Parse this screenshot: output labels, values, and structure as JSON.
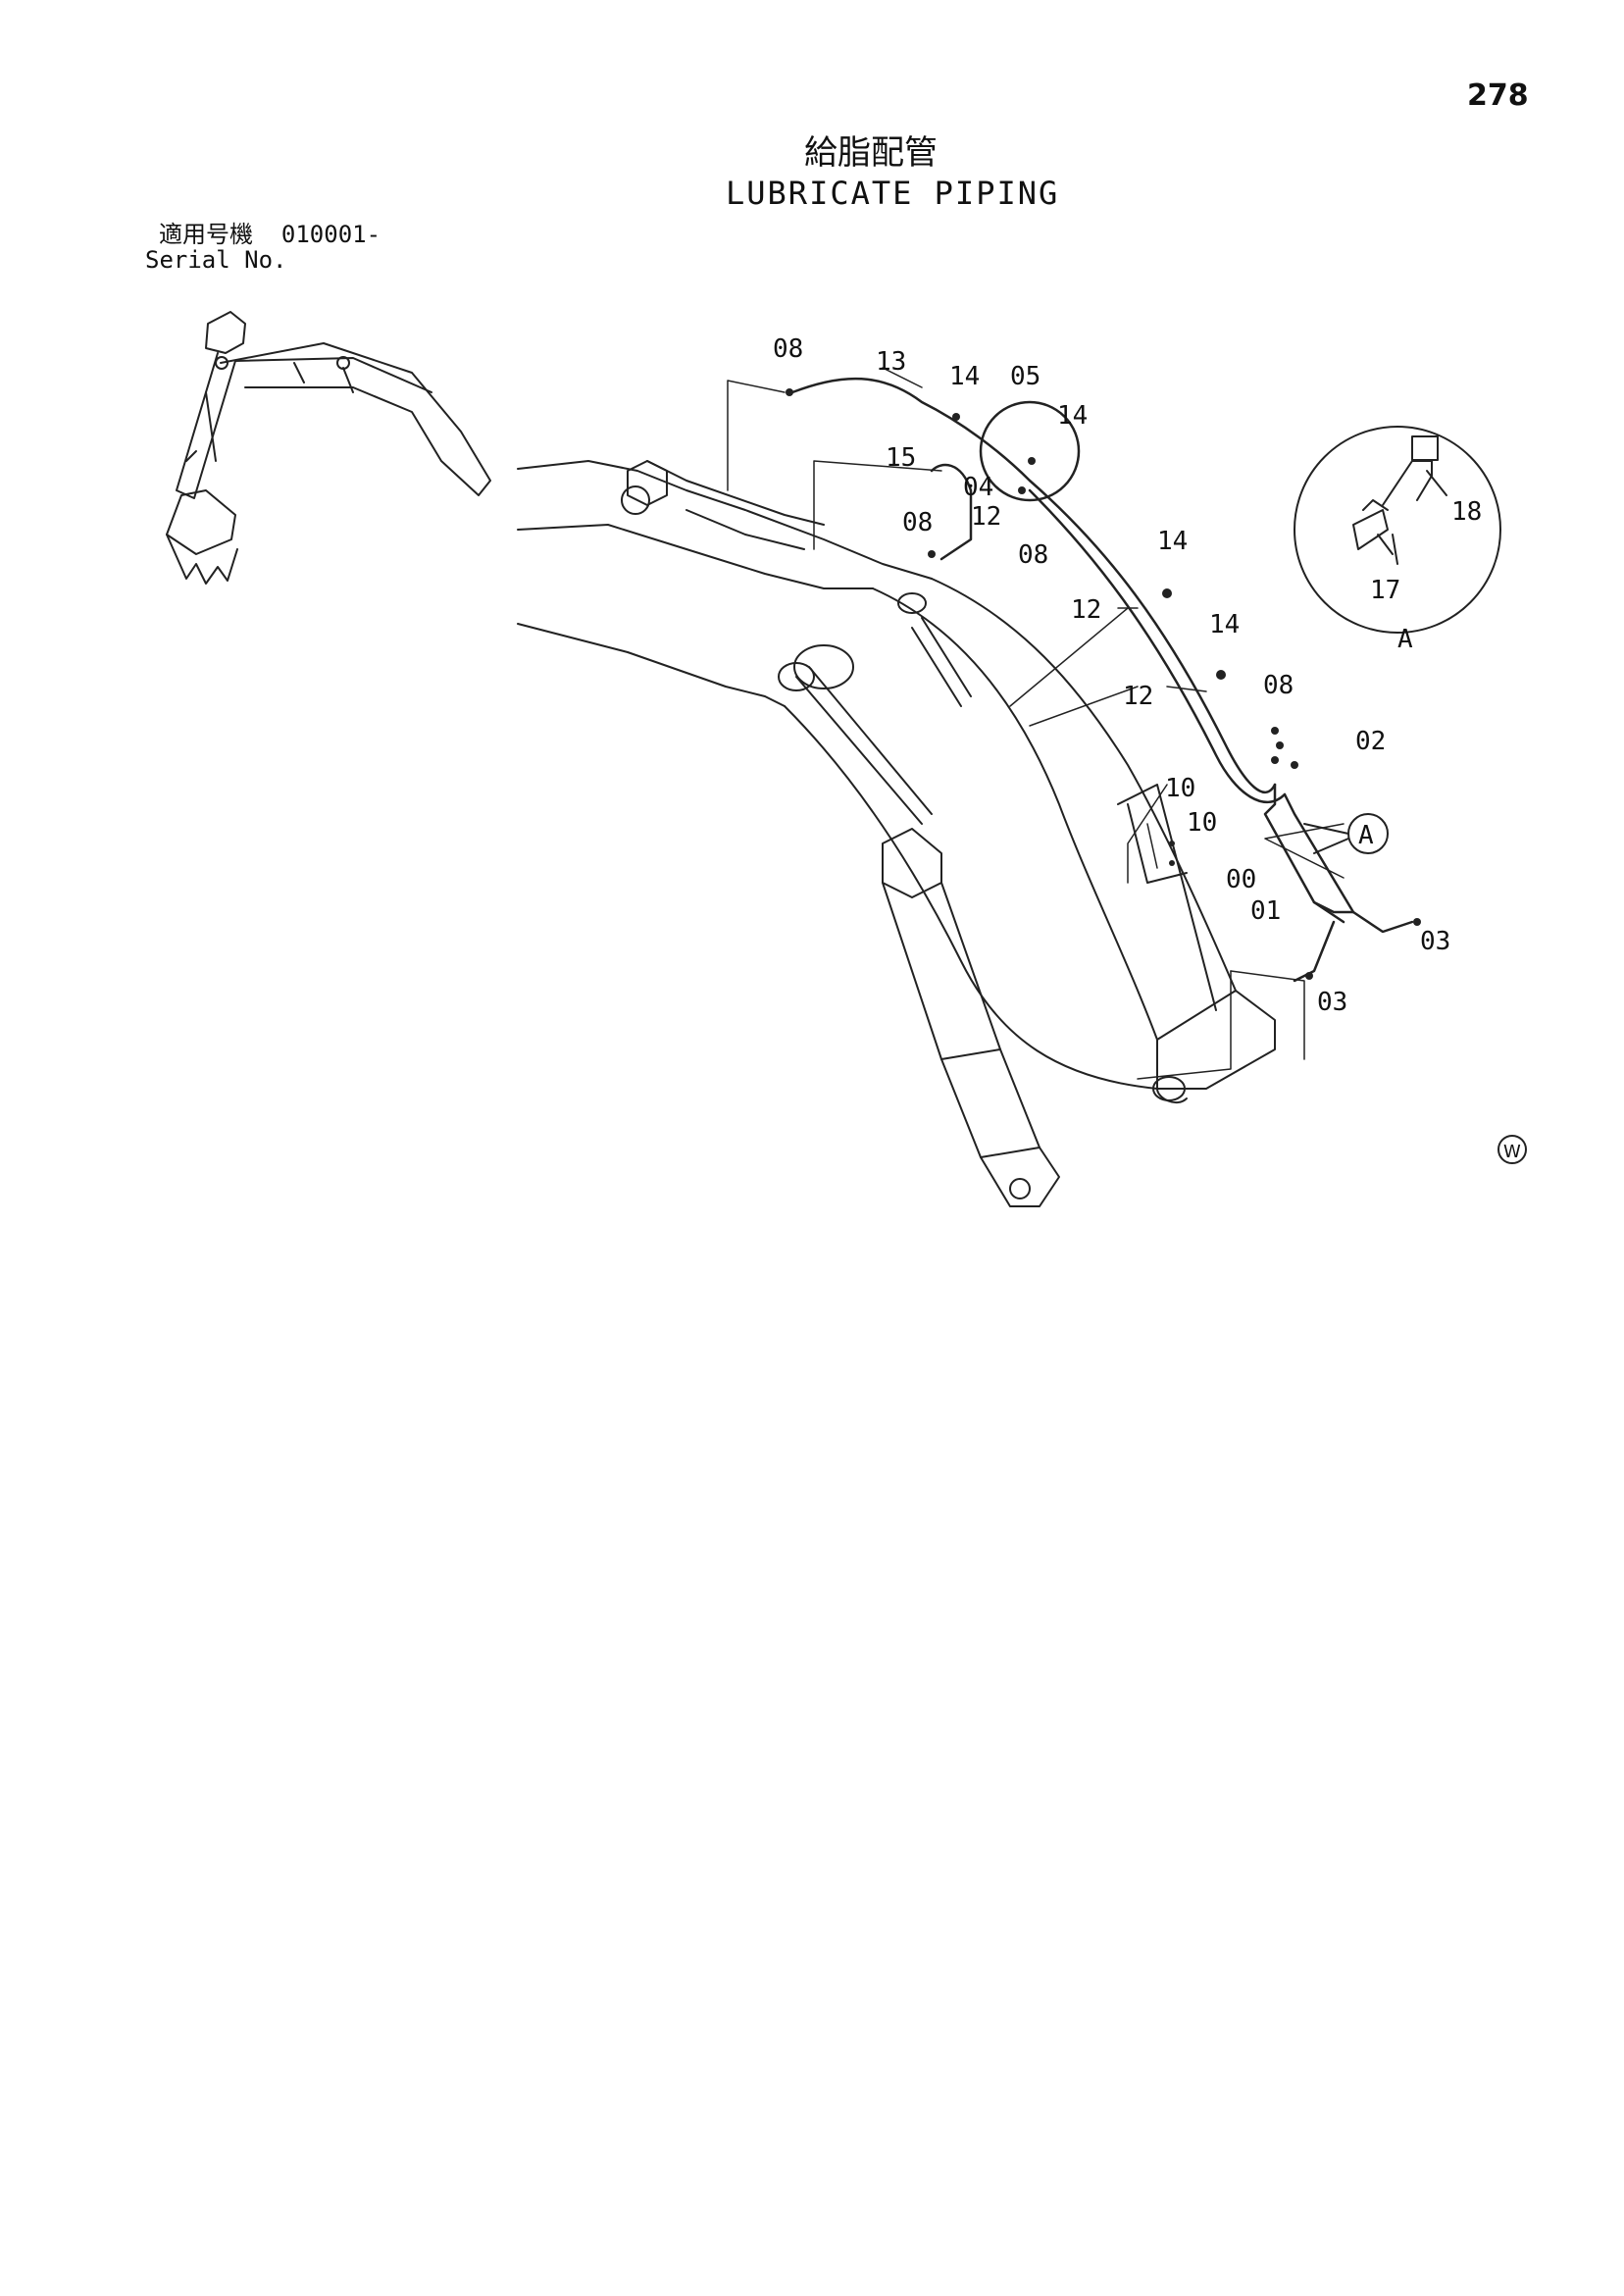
{
  "page_number": "278",
  "title_jp": "給脂配管",
  "title_en": "LUBRICATE PIPING",
  "serial": {
    "label_jp": "適用号機",
    "value": "010001-",
    "label_en": "Serial No."
  },
  "detail_label": "A",
  "watermark": "W",
  "callouts": [
    {
      "id": "c08a",
      "text": "08"
    },
    {
      "id": "c13",
      "text": "13"
    },
    {
      "id": "c14a",
      "text": "14"
    },
    {
      "id": "c05",
      "text": "05"
    },
    {
      "id": "c14b",
      "text": "14"
    },
    {
      "id": "c15",
      "text": "15"
    },
    {
      "id": "c04",
      "text": "04"
    },
    {
      "id": "c08b",
      "text": "08"
    },
    {
      "id": "c12a",
      "text": "12"
    },
    {
      "id": "c08c",
      "text": "08"
    },
    {
      "id": "c14c",
      "text": "14"
    },
    {
      "id": "c12b",
      "text": "12"
    },
    {
      "id": "c14d",
      "text": "14"
    },
    {
      "id": "c12c",
      "text": "12"
    },
    {
      "id": "c08d",
      "text": "08"
    },
    {
      "id": "c02",
      "text": "02"
    },
    {
      "id": "c10a",
      "text": "10"
    },
    {
      "id": "c10b",
      "text": "10"
    },
    {
      "id": "c00",
      "text": "00"
    },
    {
      "id": "c01",
      "text": "01"
    },
    {
      "id": "c03a",
      "text": "03"
    },
    {
      "id": "c03b",
      "text": "03"
    },
    {
      "id": "c18",
      "text": "18"
    },
    {
      "id": "c17",
      "text": "17"
    }
  ]
}
